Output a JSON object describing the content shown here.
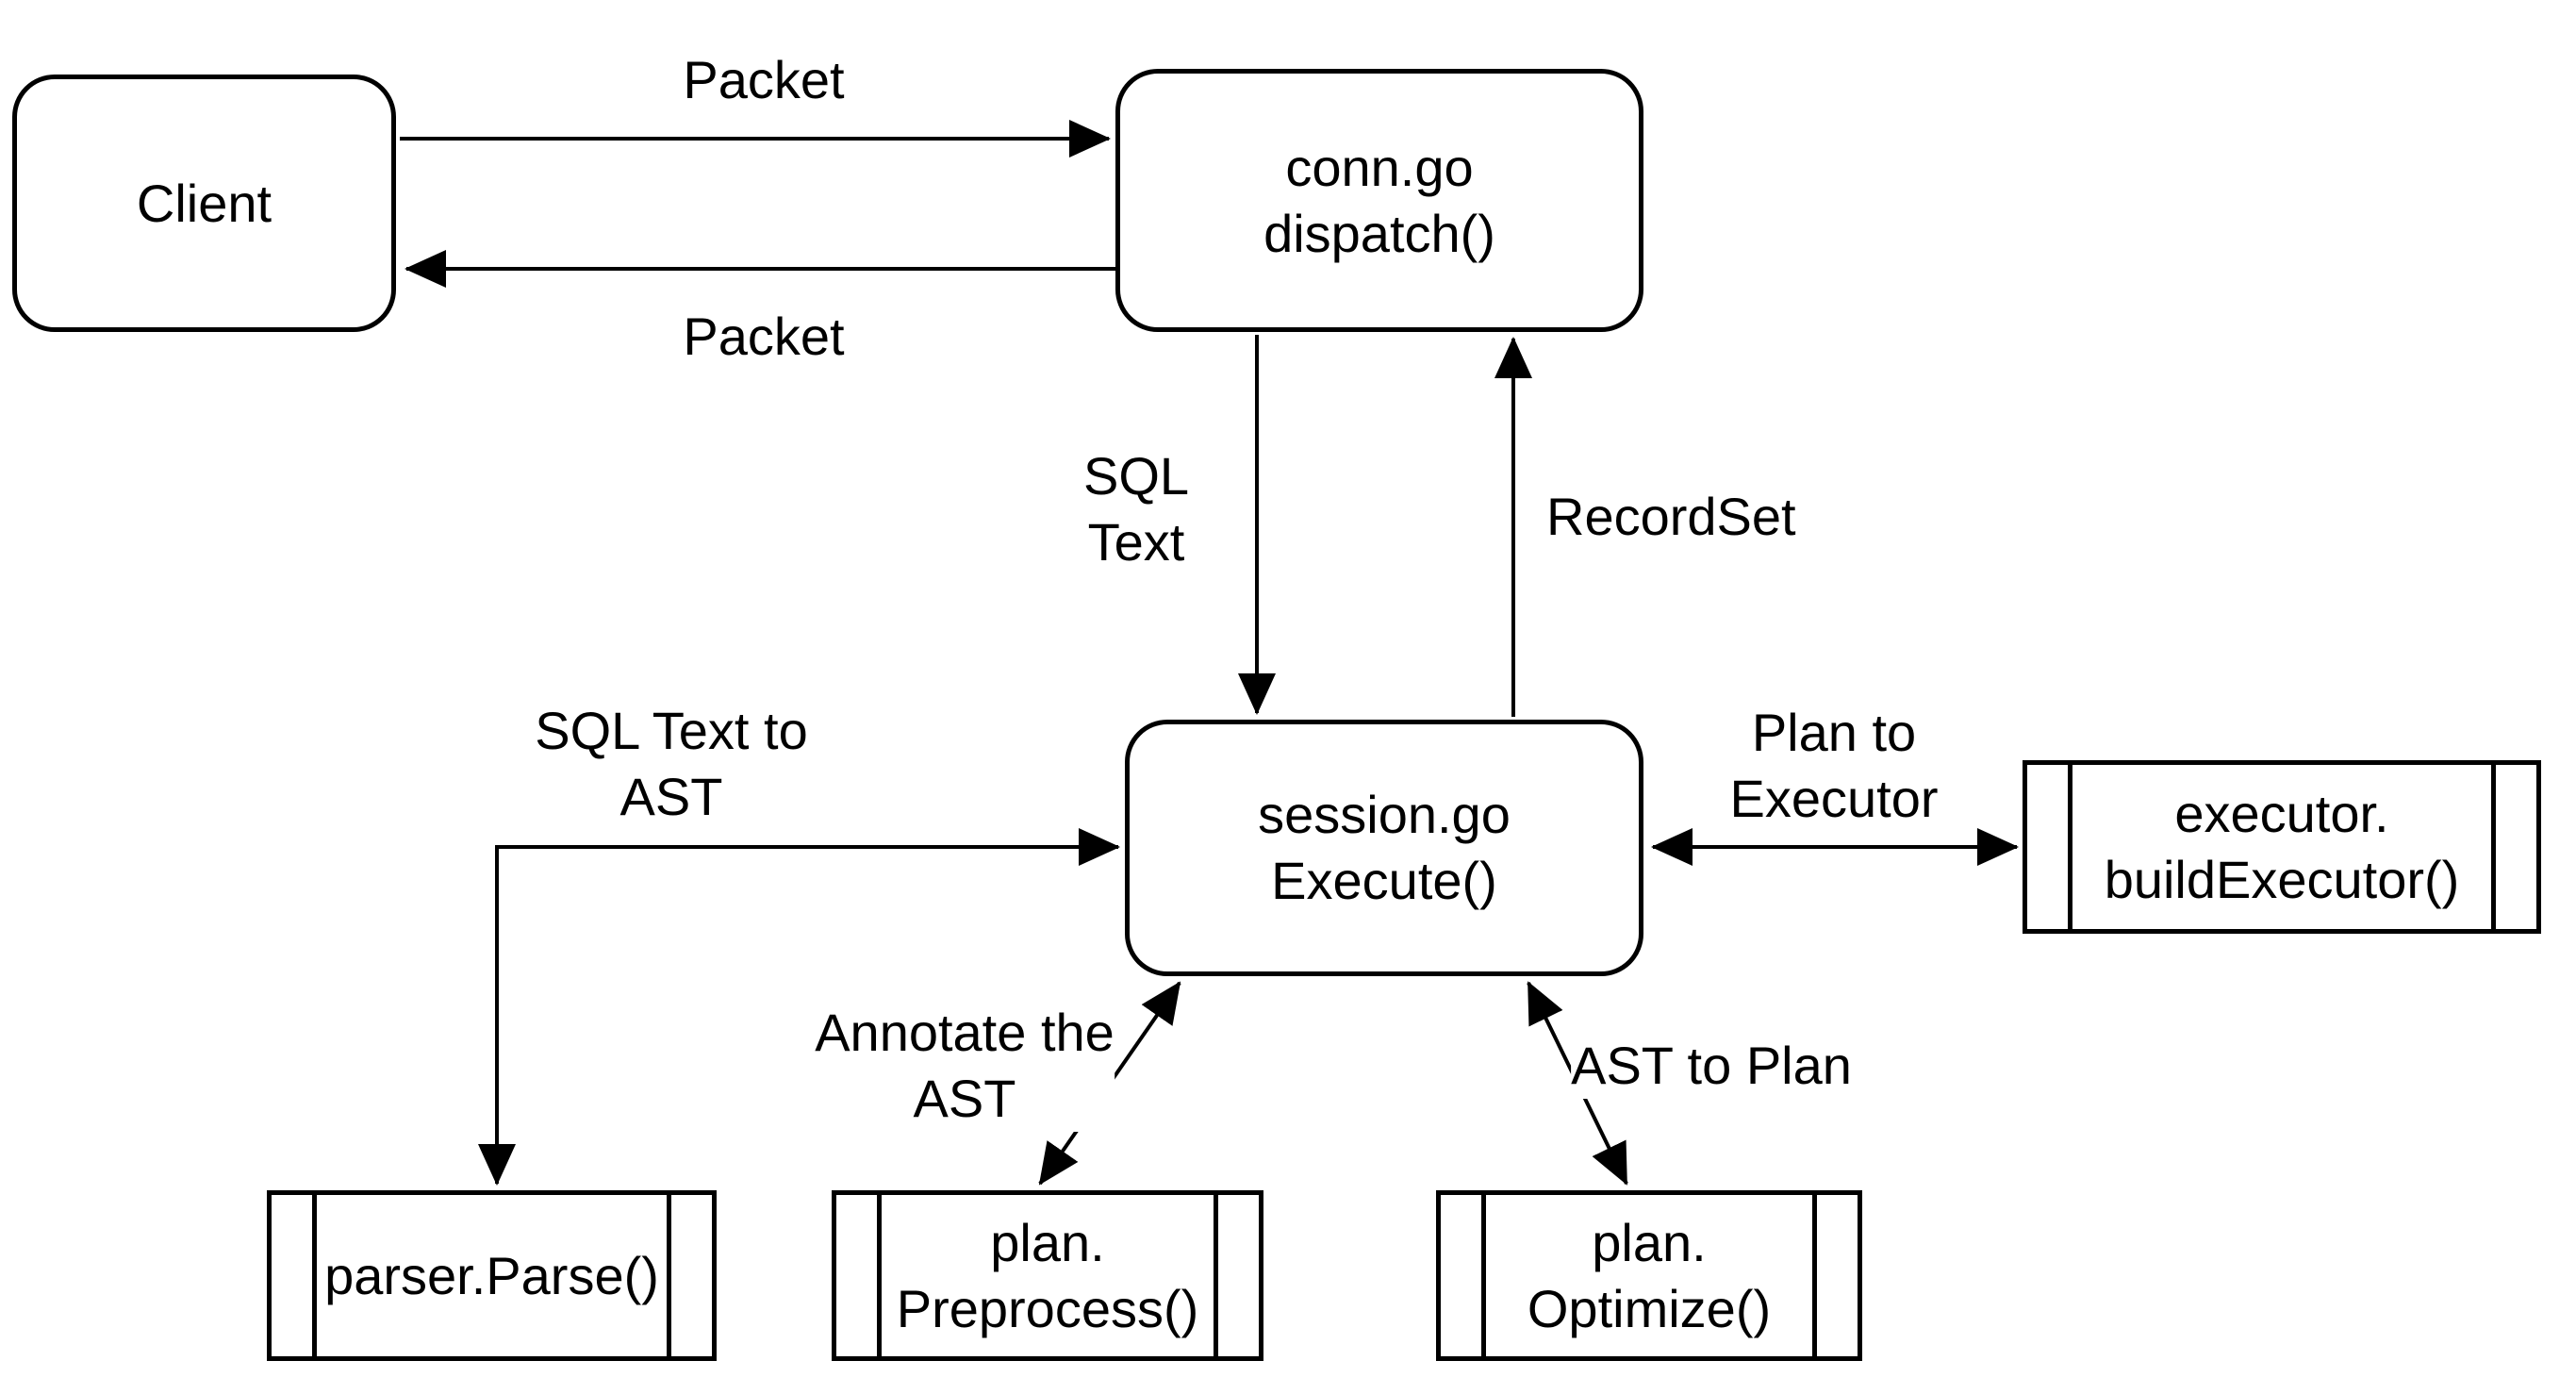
{
  "diagram": {
    "background": "#ffffff",
    "stroke": "#000000",
    "nodes": {
      "client": {
        "label": "Client",
        "shape": "rounded"
      },
      "conn": {
        "label": "conn.go\ndispatch()",
        "shape": "rounded"
      },
      "session": {
        "label": "session.go\nExecute()",
        "shape": "rounded"
      },
      "parser": {
        "label": "parser.Parse()",
        "shape": "process"
      },
      "preprocess": {
        "label": "plan.\nPreprocess()",
        "shape": "process"
      },
      "optimize": {
        "label": "plan.\nOptimize()",
        "shape": "process"
      },
      "executor": {
        "label": "executor.\nbuildExecutor()",
        "shape": "process"
      }
    },
    "edge_labels": {
      "packet_top": "Packet",
      "packet_bottom": "Packet",
      "sql_text": "SQL\nText",
      "recordset": "RecordSet",
      "sql_text_to_ast": "SQL Text to\nAST",
      "annotate_ast": "Annotate the\nAST",
      "ast_to_plan": "AST to Plan",
      "plan_to_executor": "Plan to\nExecutor"
    }
  }
}
